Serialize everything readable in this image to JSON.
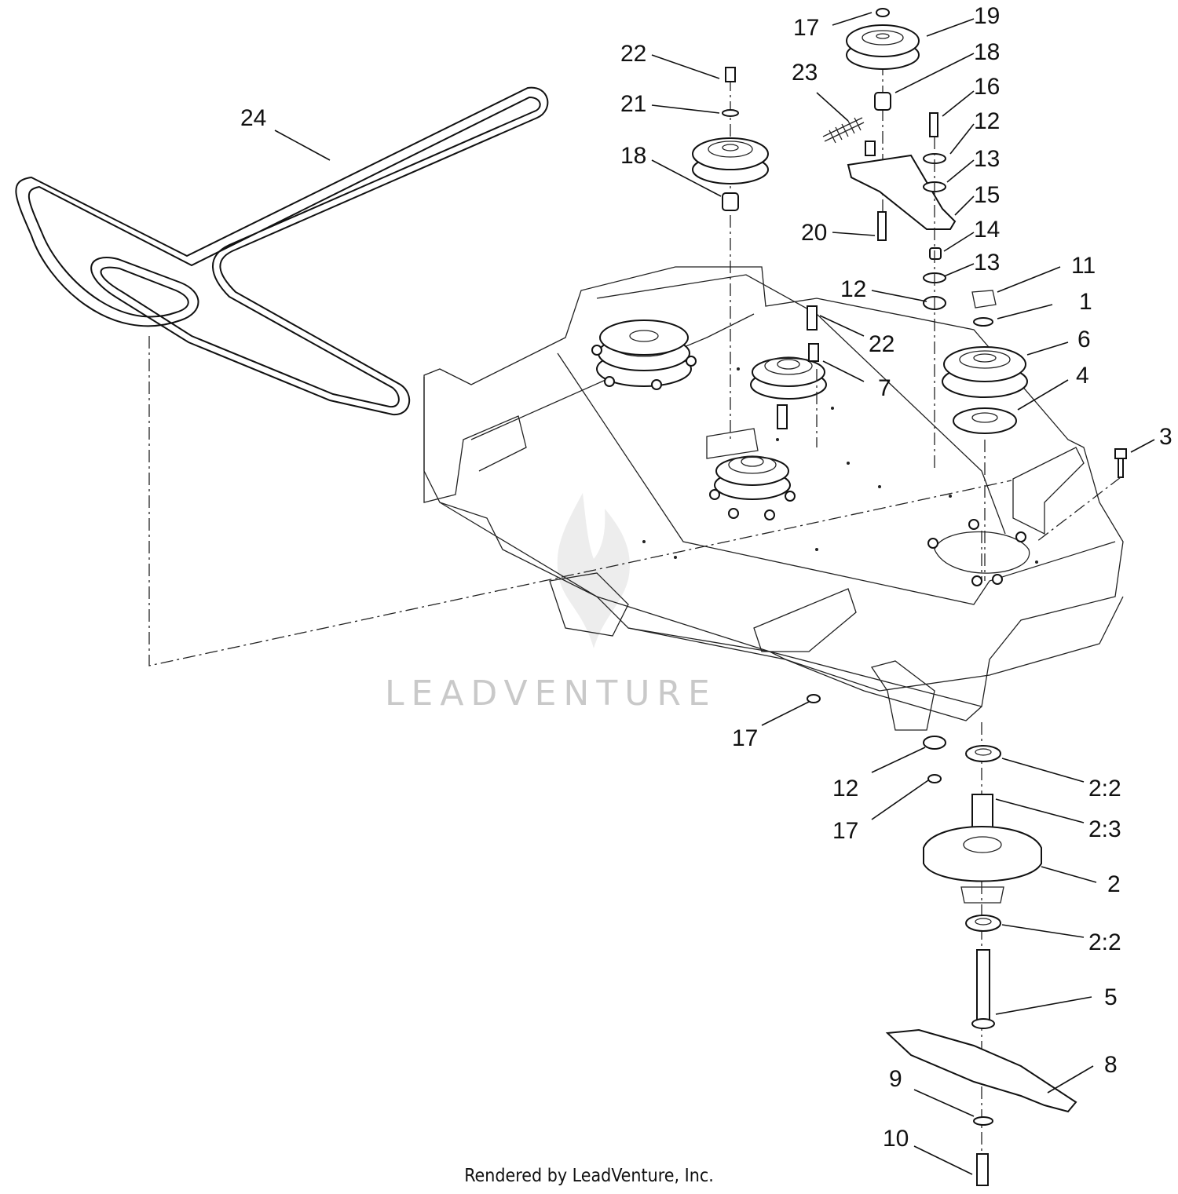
{
  "watermark": "LEADVENTURE",
  "credit": "Rendered by LeadVenture, Inc.",
  "callouts": [
    {
      "id": "c1",
      "label": "17"
    },
    {
      "id": "c2",
      "label": "19"
    },
    {
      "id": "c3",
      "label": "22"
    },
    {
      "id": "c4",
      "label": "23"
    },
    {
      "id": "c5",
      "label": "18"
    },
    {
      "id": "c6",
      "label": "16"
    },
    {
      "id": "c7",
      "label": "21"
    },
    {
      "id": "c8",
      "label": "12"
    },
    {
      "id": "c9",
      "label": "24"
    },
    {
      "id": "c10",
      "label": "13"
    },
    {
      "id": "c11",
      "label": "18"
    },
    {
      "id": "c12",
      "label": "15"
    },
    {
      "id": "c13",
      "label": "20"
    },
    {
      "id": "c14",
      "label": "14"
    },
    {
      "id": "c15",
      "label": "13"
    },
    {
      "id": "c16",
      "label": "12"
    },
    {
      "id": "c17",
      "label": "11"
    },
    {
      "id": "c18",
      "label": "1"
    },
    {
      "id": "c19",
      "label": "22"
    },
    {
      "id": "c20",
      "label": "6"
    },
    {
      "id": "c21",
      "label": "7"
    },
    {
      "id": "c22",
      "label": "4"
    },
    {
      "id": "c23",
      "label": "3"
    },
    {
      "id": "c24",
      "label": "17"
    },
    {
      "id": "c25",
      "label": "12"
    },
    {
      "id": "c26",
      "label": "2:2"
    },
    {
      "id": "c27",
      "label": "17"
    },
    {
      "id": "c28",
      "label": "2:3"
    },
    {
      "id": "c29",
      "label": "2"
    },
    {
      "id": "c30",
      "label": "2:2"
    },
    {
      "id": "c31",
      "label": "5"
    },
    {
      "id": "c32",
      "label": "8"
    },
    {
      "id": "c33",
      "label": "9"
    },
    {
      "id": "c34",
      "label": "10"
    }
  ]
}
